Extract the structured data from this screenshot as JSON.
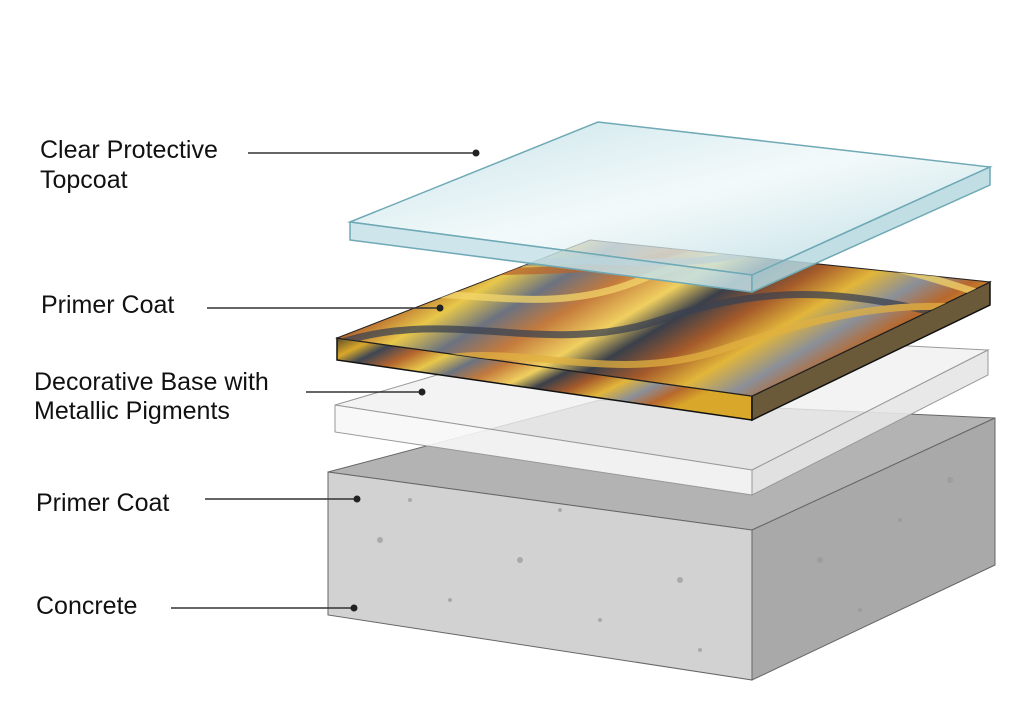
{
  "labels": {
    "topcoat": [
      "Clear Protective",
      "Topcoat"
    ],
    "primer_upper": "Primer Coat",
    "decorative": [
      "Decorative Base with",
      "Metallic Pigments"
    ],
    "primer_lower": "Primer Coat",
    "concrete": "Concrete"
  },
  "colors": {
    "glass": "#cfe6ea",
    "glass_edge": "#6fa9b5",
    "concrete": "#c9c9c9",
    "leader": "#333333"
  }
}
